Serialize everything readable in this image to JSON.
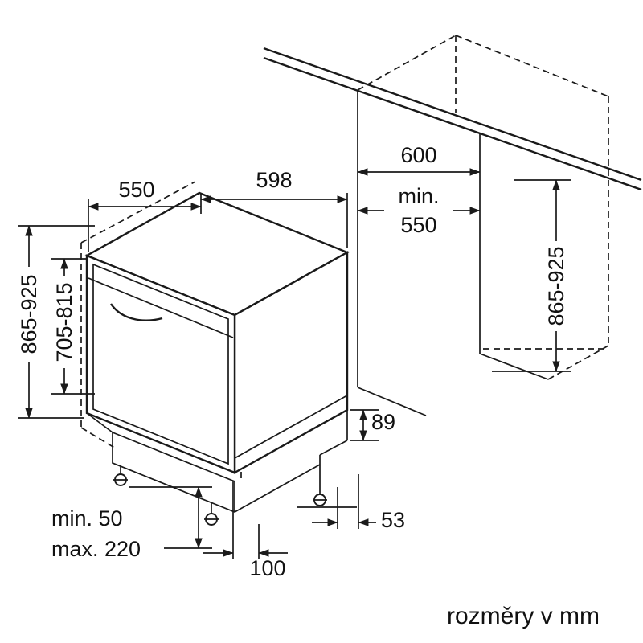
{
  "colors": {
    "ink": "#1a1a1a",
    "background": "#ffffff"
  },
  "diagram": {
    "caption": "rozměry v mm",
    "labels": {
      "top_depth": "550",
      "top_width": "598",
      "niche_depth": "600",
      "niche_min_label": "min.",
      "niche_min_value": "550",
      "unit_height": "865-925",
      "door_height": "705-815",
      "niche_height": "865-925",
      "base_rear_height": "89",
      "rear_offset": "53",
      "front_offset": "100",
      "plinth_min": "min. 50",
      "plinth_max": "max. 220"
    }
  }
}
